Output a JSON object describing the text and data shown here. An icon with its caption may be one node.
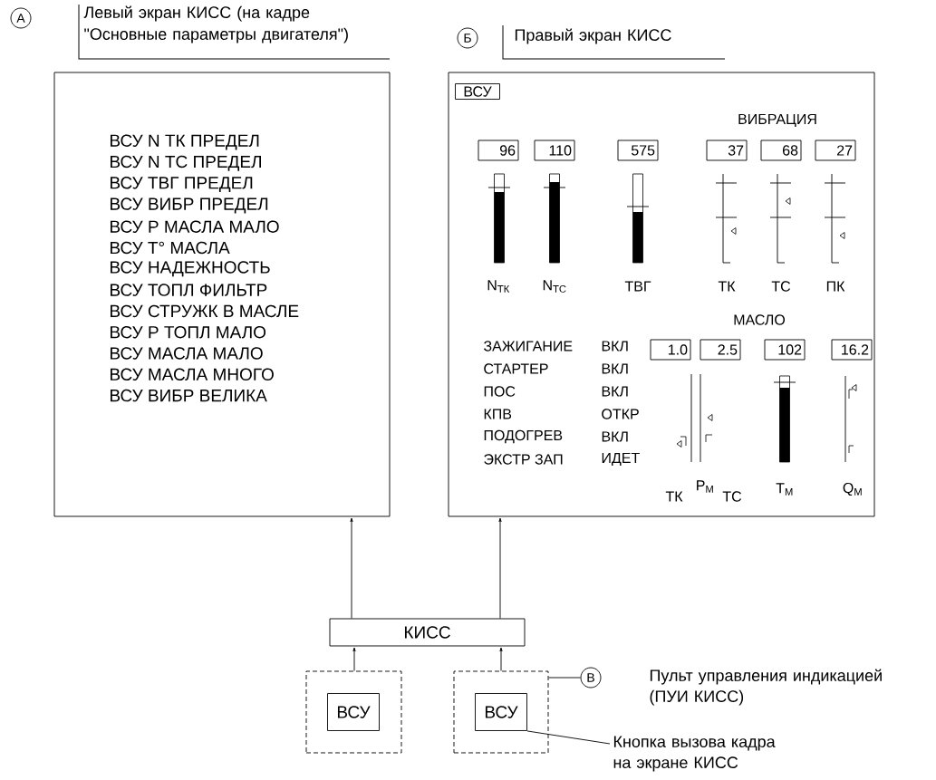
{
  "diagram": {
    "nodes": [
      {
        "text": [
          "А"
        ]
      },
      {
        "text": [
          "Левый экран КИСС (на кадре \"Основные параметры двигателя\")",
          "ВСУ N ТК ПРЕДЕЛ",
          "ВСУ N ТС ПРЕДЕЛ",
          "ВСУ ТВГ ПРЕДЕЛ",
          "ВСУ ВИБР ПРЕДЕЛ",
          "ВСУ Р МАСЛА МАЛО",
          "ВСУ Т° МАСЛА",
          "ВСУ НАДЕЖНОСТЬ",
          "ВСУ ТОПЛ ФИЛЬТР",
          "ВСУ СТРУЖК В МАСЛЕ",
          "ВСУ Р ТОПЛ МАЛО",
          "ВСУ МАСЛА МАЛО",
          "ВСУ МАСЛА МНОГО",
          "ВСУ ВИБР ВЕЛИКА"
        ]
      },
      {
        "text": [
          "Б"
        ]
      },
      {
        "text": [
          "Правый экран КИСС",
          "ВИБРАЦИЯ",
          "N$_{ТК}$",
          "N$_{ТС}$",
          "ТВГ",
          "ТК",
          "ТС",
          "ПК",
          "МАСЛО",
          "ЗАЖИГАНИЕ",
          "ВКЛ",
          "СТАРТЕР",
          "ВКЛ",
          "ПОС",
          "ВКЛ",
          "КПВ",
          "ОТКР",
          "ПОДОГРЕВ",
          "ВКЛ",
          "ЭКСТР ЗАП",
          "ИДЕТ",
          "ТК",
          "P$_{М}$",
          "ТС",
          "T$_{М}$",
          "Q$_{М}$"
        ]
      },
      {
        "text": [
          "ВСУ"
        ],
        "in": 3
      },
      {
        "text": [
          "96"
        ],
        "in": 3
      },
      {
        "text": [
          "110"
        ],
        "in": 3
      },
      {
        "text": [
          "575"
        ],
        "in": 3
      },
      {
        "text": [
          "37"
        ],
        "in": 3
      },
      {
        "text": [
          "68"
        ],
        "in": 3
      },
      {
        "text": [
          "27"
        ],
        "in": 3
      },
      {
        "text": [
          "1.0"
        ],
        "in": 3
      },
      {
        "text": [
          "2.5"
        ],
        "in": 3
      },
      {
        "text": [
          "102"
        ],
        "in": 3
      },
      {
        "text": [
          "16.2"
        ],
        "in": 3
      },
      {
        "text": [
          "КИСС"
        ]
      },
      {
        "text": [],
        "shape": "box"
      },
      {
        "text": [
          "ВСУ"
        ],
        "in": 16
      },
      {
        "text": [],
        "shape": "box"
      },
      {
        "text": [
          "ВСУ"
        ],
        "in": 18
      },
      {
        "text": [
          "В"
        ]
      },
      {
        "text": [
          "Кнопка вызова кадра на экране КИСС"
        ]
      }
    ],
    "edges": [
      {
        "from": 16,
        "to": 15,
        "arrow": "to"
      },
      {
        "from": 18,
        "to": 15,
        "arrow": "to"
      },
      {
        "from": 15,
        "to": 1,
        "arrow": "to"
      },
      {
        "from": 15,
        "to": 3,
        "arrow": "to"
      },
      {
        "from": 20,
        "to": 18,
        "arrow": "none"
      },
      {
        "from": 21,
        "to": 19,
        "arrow": "none"
      }
    ],
    "labels": [
      "Пульт управления индикацией (ПУИ КИСС)"
    ]
  }
}
